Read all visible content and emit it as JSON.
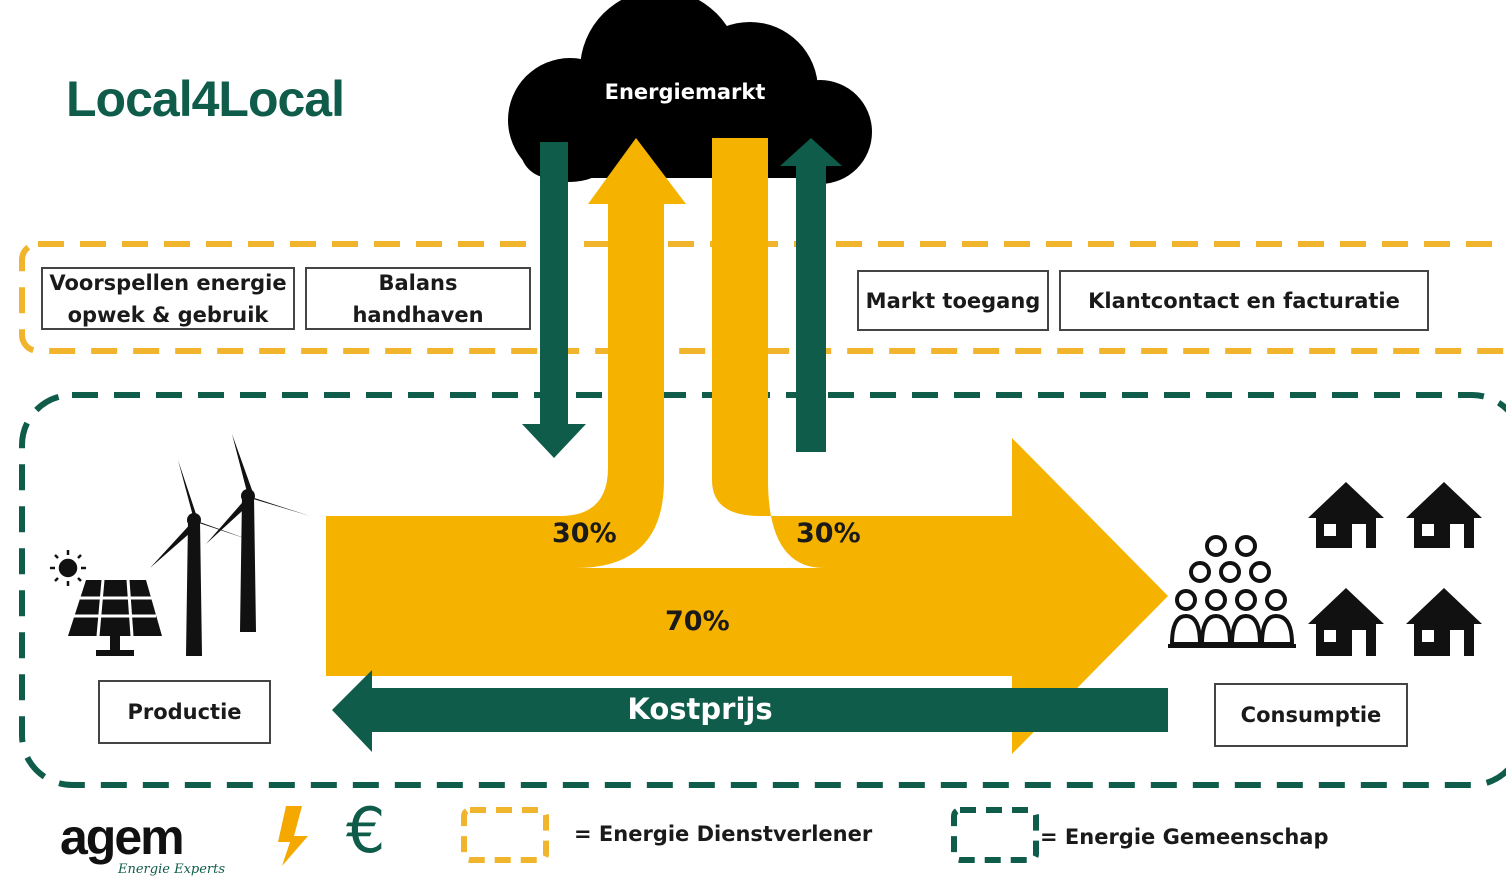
{
  "title": "Local4Local",
  "market": {
    "label": "Energiemarkt"
  },
  "services": {
    "forecast": "Voorspellen  energie\nopwek & gebruik",
    "balance": "Balans\nhandhaven",
    "market_access": "Markt  toegang",
    "customer": "Klantcontact  en facturatie"
  },
  "flows": {
    "to_market_pct": "30%",
    "from_market_pct": "30%",
    "local_pct": "70%",
    "cost_label": "Kostprijs"
  },
  "nodes": {
    "production": "Productie",
    "consumption": "Consumptie"
  },
  "legend": {
    "provider": "= Energie Dienstverlener",
    "community": "= Energie Gemeenschap"
  },
  "logo": {
    "name": "agem",
    "tagline": "Energie Experts"
  },
  "colors": {
    "green": "#0f5c4a",
    "yellow": "#f5a800",
    "dashed_yellow": "#f0b52d",
    "black": "#000000"
  },
  "icons": [
    "cloud-icon",
    "solar-panel-icon",
    "wind-turbine-icon",
    "sun-icon",
    "people-group-icon",
    "house-icon",
    "lightning-icon",
    "euro-icon"
  ]
}
